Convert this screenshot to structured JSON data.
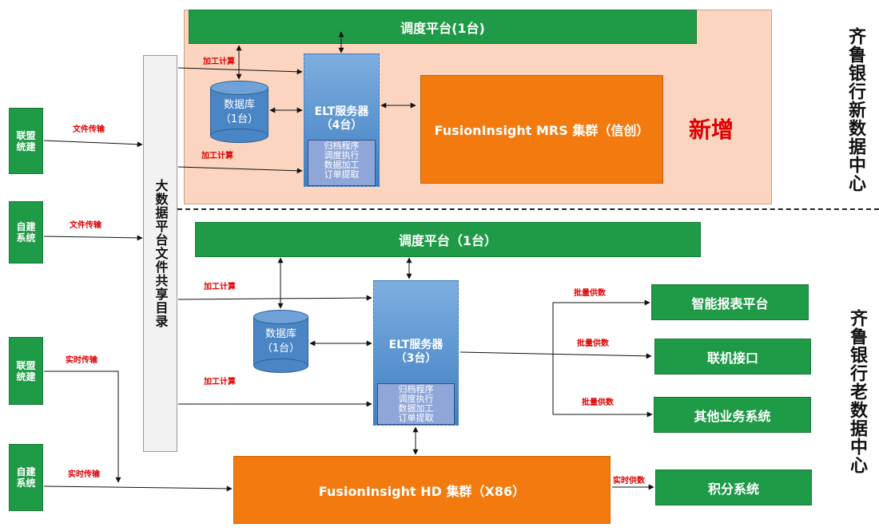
{
  "left_side": {
    "share_dir": "大数据平台文件共享目录",
    "sources": [
      {
        "id": "s1",
        "label": "联盟\n统建"
      },
      {
        "id": "s2",
        "label": "自建\n系统"
      },
      {
        "id": "s3",
        "label": "联盟\n统建"
      },
      {
        "id": "s4",
        "label": "自建\n系统"
      }
    ],
    "transfer_labels": {
      "file1": "文件传输",
      "file2": "文件传输",
      "rt1": "实时传输",
      "rt2": "实时传输"
    }
  },
  "new_center": {
    "title": "齐鲁银行新数据中心",
    "badge": "新增",
    "scheduler": "调度平台(1台)",
    "db": "数据库\n（1台）",
    "elt_title": "ELT服务器\n（4台）",
    "elt_sub": "归档程序\n调度执行\n数据加工\n订单提取",
    "cluster": "FusionInsight  MRS 集群（信创）",
    "labels": {
      "process1": "加工计算",
      "process2": "加工计算"
    }
  },
  "old_center": {
    "title": "齐鲁银行老数据中心",
    "scheduler": "调度平台（1台）",
    "db": "数据库\n（1台）",
    "elt_title": "ELT服务器\n（3台）",
    "elt_sub": "归档程序\n调度执行\n数据加工\n订单提取",
    "cluster": "FusionInsight  HD 集群（X86）",
    "labels": {
      "process1": "加工计算",
      "process2": "加工计算",
      "batch1": "批量供数",
      "batch2": "批量供数",
      "batch3": "批量供数",
      "realtime": "实时供数"
    },
    "targets": {
      "report": "智能报表平台",
      "online": "联机接口",
      "other": "其他业务系统",
      "points": "积分系统"
    }
  },
  "colors": {
    "green": "#1f9a47",
    "orange": "#f27a0f",
    "peach": "#fbd5bf",
    "blue": "#4a86c5",
    "red": "#e00000"
  }
}
